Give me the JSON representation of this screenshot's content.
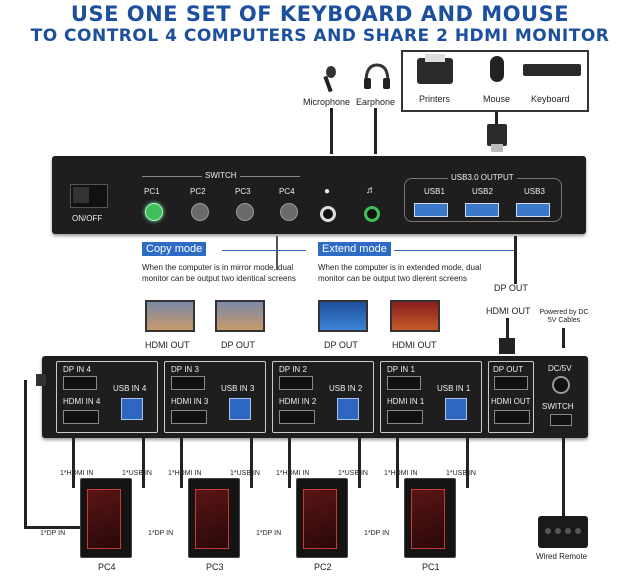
{
  "title": {
    "line1": "USE ONE SET OF KEYBOARD AND MOUSE",
    "line2": "TO CONTROL 4 COMPUTERS AND SHARE 2 HDMI MONITOR"
  },
  "peripherals": {
    "microphone": "Microphone",
    "earphone": "Earphone",
    "printers": "Printers",
    "mouse": "Mouse",
    "keyboard": "Keyboard"
  },
  "front_panel": {
    "power_label": "ON/OFF",
    "switch_label": "SWITCH",
    "pc_buttons": [
      "PC1",
      "PC2",
      "PC3",
      "PC4"
    ],
    "active_pc": "PC1",
    "usb_output_label": "USB3.0 OUTPUT",
    "usb_ports": [
      "USB1",
      "USB2",
      "USB3"
    ]
  },
  "modes": {
    "copy": {
      "title": "Copy mode",
      "desc": "When the computer is in mirror mode, dual monitor can be output two identical screens",
      "monitors": [
        "HDMI OUT",
        "DP OUT"
      ]
    },
    "extend": {
      "title": "Extend mode",
      "desc": "When the computer is in extended mode, dual monitor can be output two dierent screens",
      "monitors": [
        "DP OUT",
        "HDMI OUT"
      ]
    }
  },
  "outputs": {
    "dp_out": "DP OUT",
    "hdmi_out": "HDMI OUT",
    "power_note": "Powered by DC 5V Cables"
  },
  "back_panel": {
    "groups": [
      {
        "dp": "DP IN",
        "num": "4",
        "hdmi": "HDMI IN",
        "usb": "USB IN"
      },
      {
        "dp": "DP IN",
        "num": "3",
        "hdmi": "HDMI IN",
        "usb": "USB IN"
      },
      {
        "dp": "DP IN",
        "num": "2",
        "hdmi": "HDMI IN",
        "usb": "USB IN"
      },
      {
        "dp": "DP IN",
        "num": "1",
        "hdmi": "HDMI IN",
        "usb": "USB IN"
      }
    ],
    "dp_out": "DP OUT",
    "hdmi_out": "HDMI OUT",
    "dc": "DC/5V",
    "switch": "SWITCH"
  },
  "cables": {
    "hdmi_in": "1*HDMI IN",
    "usb_in": "1*USB IN",
    "dp_in": "1*DP IN"
  },
  "computers": [
    "PC4",
    "PC3",
    "PC2",
    "PC1"
  ],
  "remote": "Wired Remote",
  "colors": {
    "title": "#1c4f9e",
    "mode_badge": "#2d6bc4",
    "active_led": "#3fbf5a",
    "usb_blue": "#3c78c9"
  }
}
